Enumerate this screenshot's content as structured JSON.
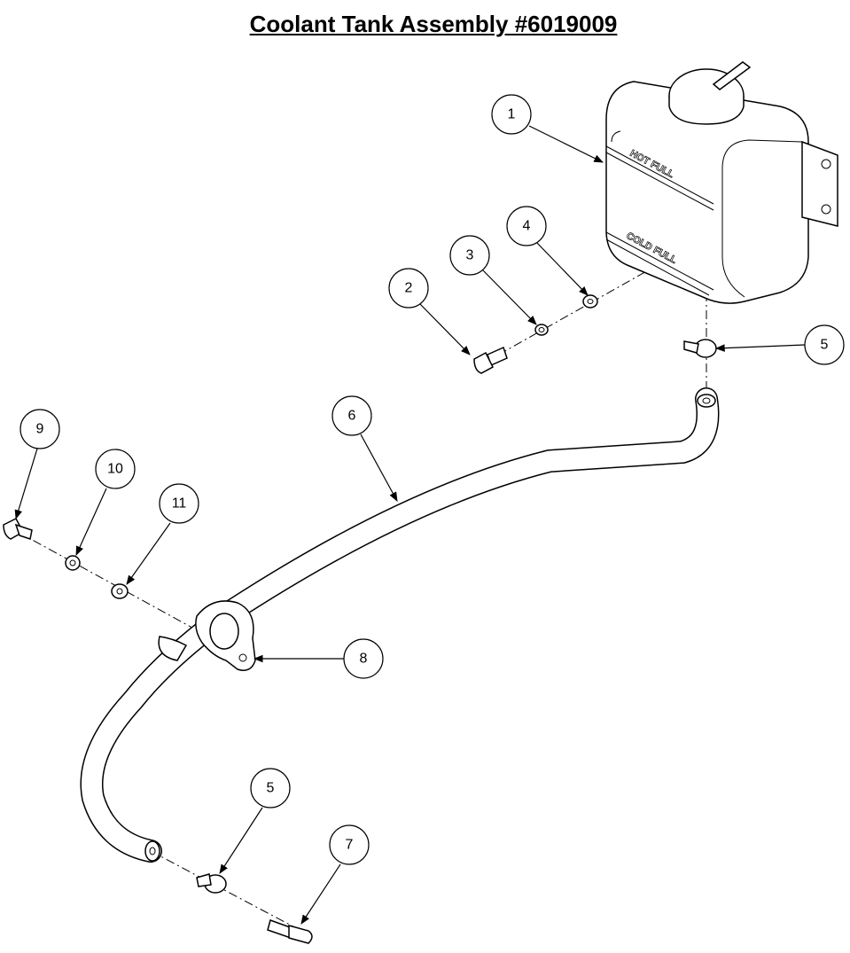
{
  "title": "Coolant Tank Assembly #6019009",
  "tank_labels": {
    "hot": "HOT FULL",
    "cold": "COLD FULL"
  },
  "callouts": [
    "1",
    "2",
    "3",
    "4",
    "5",
    "6",
    "5",
    "7",
    "8",
    "9",
    "10",
    "11"
  ]
}
